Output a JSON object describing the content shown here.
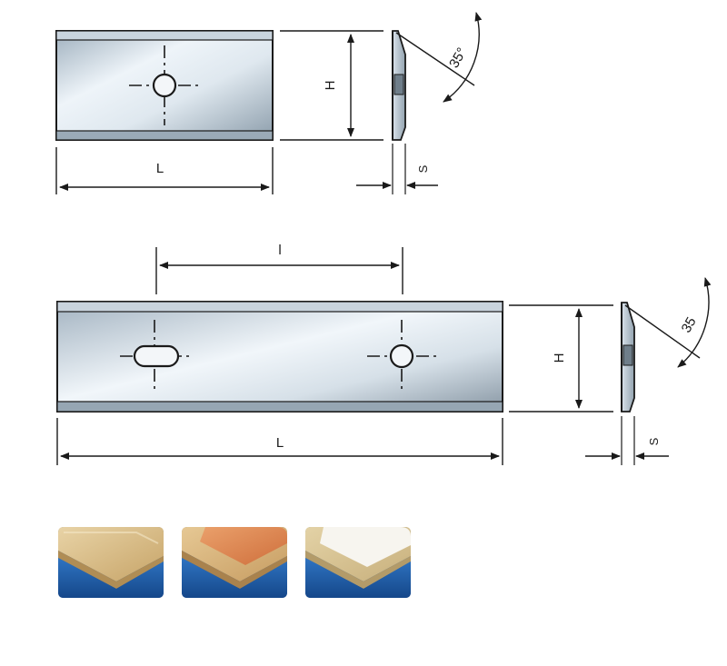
{
  "drawing_1": {
    "length_label": "L",
    "height_label": "H",
    "thickness_label": "S",
    "angle_label": "35°"
  },
  "drawing_2": {
    "length_label": "L",
    "hole_spacing_label": "l",
    "height_label": "H",
    "thickness_label": "S",
    "angle_label": "35"
  },
  "material_samples": [
    {
      "name": "solid-wood",
      "top_color": "#e9d3a4",
      "side_color": "#cfae74",
      "base_color": "#1f5ea8"
    },
    {
      "name": "laminated-board",
      "top_color": "#e2935c",
      "side_color": "#d4b07a",
      "base_color": "#1f5ea8"
    },
    {
      "name": "melamine-chipboard",
      "top_color": "#f6f4ee",
      "side_color": "#d9c69a",
      "base_color": "#1f5ea8"
    }
  ],
  "colors": {
    "line": "#1a1a1a",
    "blade_light": "#eef4f9",
    "blade_mid": "#b7c6d3",
    "blade_dark": "#7f8f9c"
  }
}
